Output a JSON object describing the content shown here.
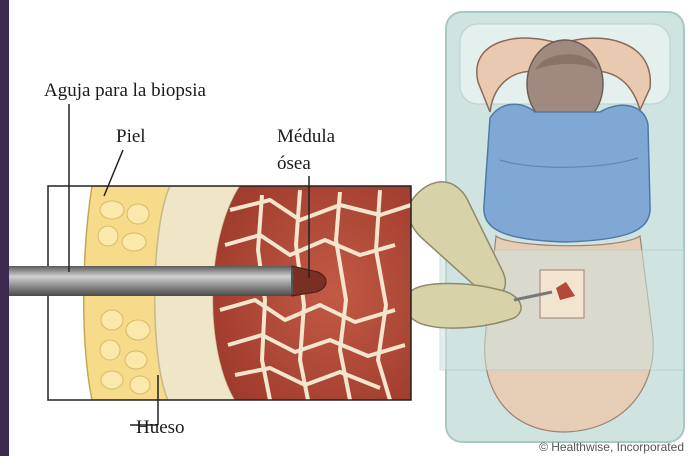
{
  "labels": {
    "needle": "Aguja para la biopsia",
    "skin": "Piel",
    "marrow_line1": "Médula",
    "marrow_line2": "ósea",
    "bone": "Hueso"
  },
  "credit": "© Healthwise, Incorporated",
  "colors": {
    "frame": "#3a2a4f",
    "background": "#ffffff",
    "fat": "#f6dc8a",
    "bone": "#efe6c8",
    "marrow": "#b4493a",
    "needle": "#8a8a8a",
    "sheet": "#cfe3e0",
    "shirt": "#7fa8d4",
    "glove": "#d8d2a8"
  }
}
